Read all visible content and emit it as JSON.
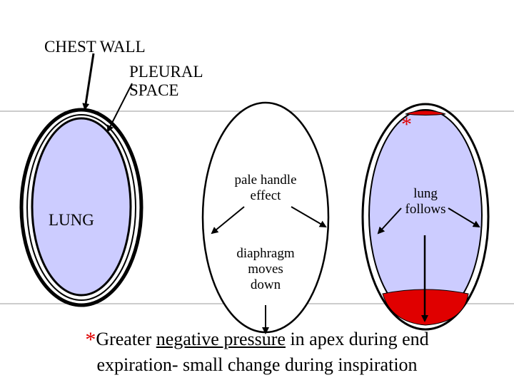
{
  "labels": {
    "chest_wall": "CHEST WALL",
    "pleural_space_line1": "PLEURAL",
    "pleural_space_line2": "SPACE",
    "lung": "LUNG",
    "pale_handle_line1": "pale handle",
    "pale_handle_line2": "effect",
    "diaphragm_line1": "diaphragm",
    "diaphragm_line2": "moves",
    "diaphragm_line3": "down",
    "lung_follows_line1": "lung",
    "lung_follows_line2": "follows",
    "asterisk": "*"
  },
  "caption": {
    "asterisk": "*",
    "part1": "Greater ",
    "underlined": "negative pressure",
    "part2": " in apex during end",
    "line2": "expiration- small change during inspiration"
  },
  "colors": {
    "lung_fill": "#ccccff",
    "red_fill": "#e00000",
    "outline": "#000000",
    "guide_line": "#999999"
  }
}
